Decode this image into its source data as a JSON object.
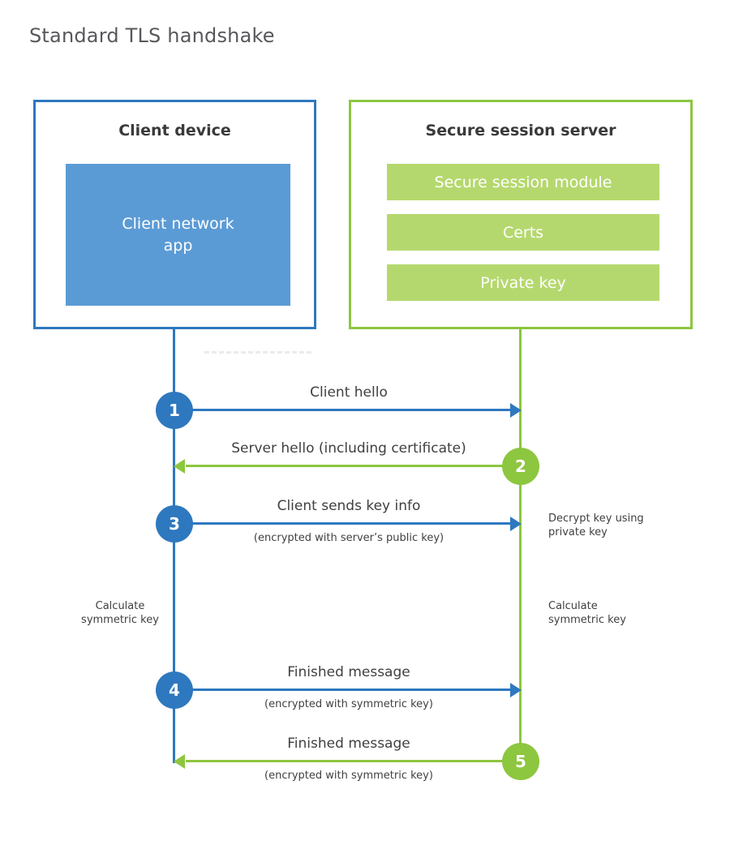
{
  "title": "Standard TLS handshake",
  "colors": {
    "blue": "#2e78bf",
    "blue-fill": "#5b9bd5",
    "green": "#8dc63f",
    "green-fill": "#b5d86e",
    "text": "#3f4040",
    "title-gray": "#57585c"
  },
  "client": {
    "title": "Client device",
    "app_label": "Client network app"
  },
  "server": {
    "title": "Secure session server",
    "modules": [
      "Secure session module",
      "Certs",
      "Private key"
    ]
  },
  "steps": [
    {
      "num": "1",
      "direction": "right",
      "label": "Client hello",
      "sublabel": ""
    },
    {
      "num": "2",
      "direction": "left",
      "label": "Server hello (including certificate)",
      "sublabel": ""
    },
    {
      "num": "3",
      "direction": "right",
      "label": "Client sends key info",
      "sublabel": "(encrypted with server’s public key)"
    },
    {
      "num": "4",
      "direction": "right",
      "label": "Finished message",
      "sublabel": "(encrypted with symmetric key)"
    },
    {
      "num": "5",
      "direction": "left",
      "label": "Finished message",
      "sublabel": "(encrypted with symmetric key)"
    }
  ],
  "notes": {
    "decrypt": "Decrypt key using private key",
    "calc_client": "Calculate symmetric key",
    "calc_server": "Calculate symmetric key"
  }
}
